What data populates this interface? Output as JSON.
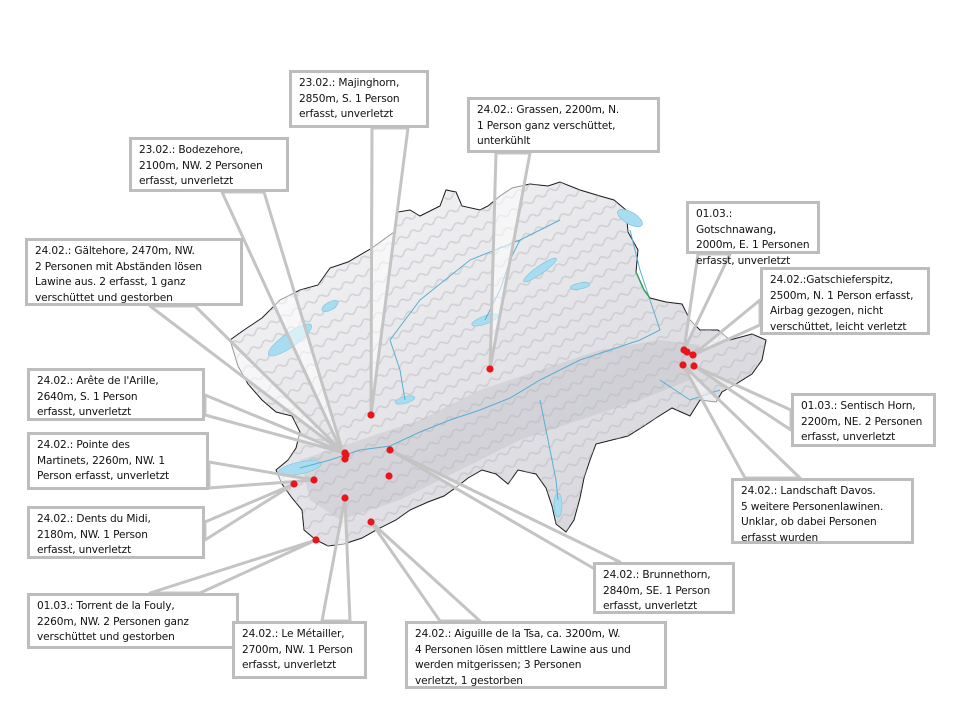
{
  "map": {
    "region": "Switzerland",
    "colors": {
      "marker": "#e8151b",
      "callout_border": "#bdbdbd",
      "leader_line": "#c4c4c4",
      "water": "#a8dcf0",
      "river": "#5aaed4",
      "border": "#1a1a1a",
      "terrain_light": "#f4f4f6",
      "terrain_dark": "#9c9ca4",
      "green_border": "#3aa05a"
    }
  },
  "incidents": [
    {
      "id": "majinghorn",
      "date": "23.02.",
      "text": "23.02.: Majinghorn,\n2850m,  S. 1 Person\nerfasst, unverletzt"
    },
    {
      "id": "bodezehore",
      "date": "23.02.",
      "text": "23.02.: Bodezehore,\n2100m,  NW. 2 Personen\nerfasst, unverletzt"
    },
    {
      "id": "grassen",
      "date": "24.02.",
      "text": "24.02.: Grassen, 2200m,  N.\n1 Person ganz verschüttet,\nunterkühlt"
    },
    {
      "id": "gaeltehore",
      "date": "24.02.",
      "text": "24.02.: Gältehore, 2470m,  NW.\n2 Personen mit Abständen  lösen\nLawine aus. 2 erfasst, 1 ganz\nverschüttet und gestorben"
    },
    {
      "id": "gotschnawang",
      "date": "01.03.",
      "text": "01.03.: Gotschnawang,\n2000m,  E. 1 Personen\nerfasst, unverletzt"
    },
    {
      "id": "gatschieferspitz",
      "date": "24.02.",
      "text": "24.02.:Gatschieferspitz,\n2500m,  N. 1 Person erfasst,\nAirbag gezogen,  nicht\nverschüttet, leicht verletzt"
    },
    {
      "id": "arete-arille",
      "date": "24.02.",
      "text": "24.02.: Arête de l'Arille,\n2640m,  S. 1 Person\nerfasst, unverletzt"
    },
    {
      "id": "pointe-martinets",
      "date": "24.02.",
      "text": "24.02.: Pointe des\nMartinets, 2260m,  NW. 1\nPerson erfasst, unverletzt"
    },
    {
      "id": "sentisch-horn",
      "date": "01.03.",
      "text": "01.03.: Sentisch Horn,\n2200m,  NE. 2 Personen\nerfasst, unverletzt"
    },
    {
      "id": "dents-du-midi",
      "date": "24.02.",
      "text": "24.02.: Dents du Midi,\n2180m,  NW. 1 Person\nerfasst, unverletzt"
    },
    {
      "id": "landschaft-davos",
      "date": "24.02.",
      "text": "24.02.: Landschaft Davos.\n5 weitere Personenlawinen.\nUnklar, ob dabei  Personen\nerfasst wurden"
    },
    {
      "id": "brunnethorn",
      "date": "24.02.",
      "text": "24.02.: Brunnethorn,\n2840m,  SE. 1 Person\nerfasst, unverletzt"
    },
    {
      "id": "torrent-fouly",
      "date": "01.03.",
      "text": "01.03.: Torrent de la Fouly,\n2260m,  NW. 2 Personen ganz\nverschüttet und gestorben"
    },
    {
      "id": "le-metailler",
      "date": "24.02.",
      "text": "24.02.: Le Métailler,\n2700m,  NW. 1 Person\nerfasst, unverletzt"
    },
    {
      "id": "aiguille-tsa",
      "date": "24.02.",
      "text": "24.02.: Aiguille de la Tsa, ca. 3200m,  W.\n4 Personen lösen mittlere Lawine aus und\nwerden mitgerissen; 3 Personen\nverletzt, 1 gestorben"
    }
  ]
}
